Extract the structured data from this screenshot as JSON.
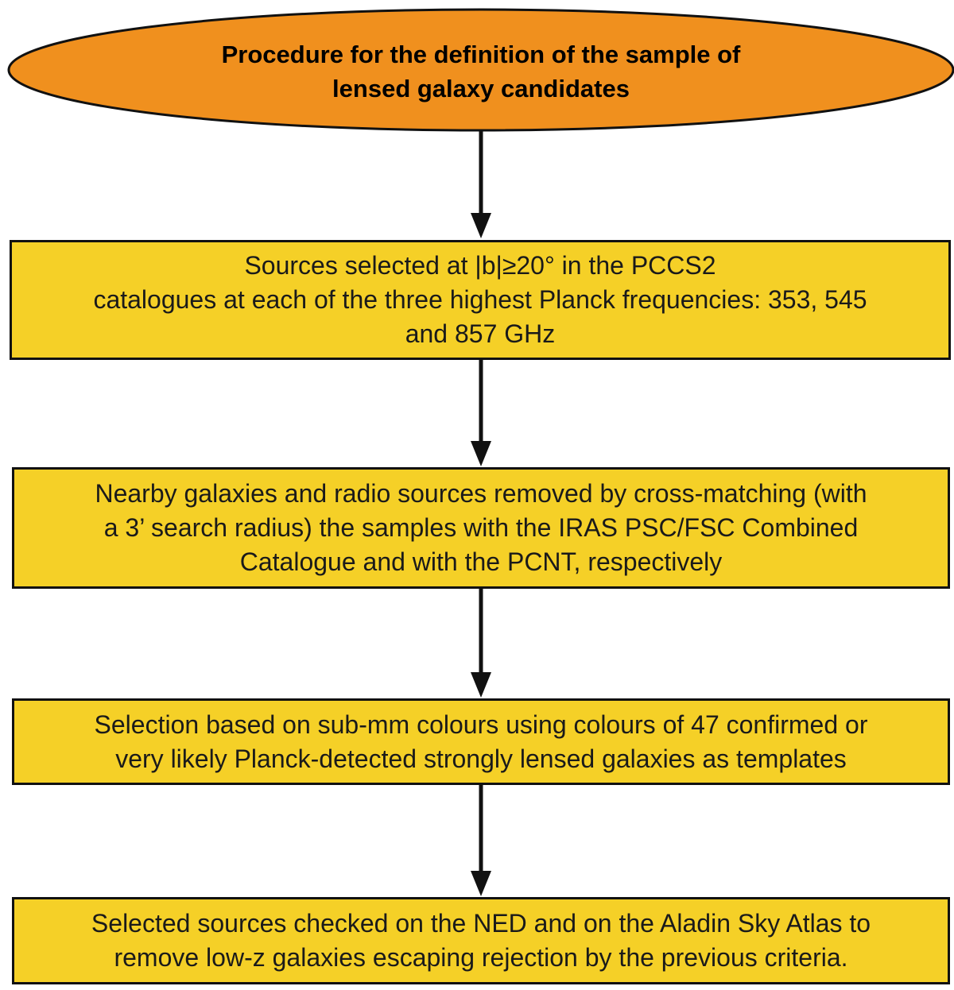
{
  "title": {
    "line1": "Procedure for the definition of the sample of",
    "line2": "lensed galaxy candidates"
  },
  "steps": [
    {
      "lines": [
        "Sources selected at |b|≥20° in the PCCS2",
        "catalogues at each of the three highest Planck frequencies: 353, 545",
        "and 857 GHz"
      ]
    },
    {
      "lines": [
        "Nearby galaxies and radio sources removed by cross-matching (with",
        "a 3’ search radius) the samples with the IRAS PSC/FSC Combined",
        "Catalogue and with the PCNT, respectively"
      ]
    },
    {
      "lines": [
        "Selection based on sub-mm colours using colours of 47 confirmed or",
        "very likely Planck-detected strongly lensed galaxies as templates"
      ]
    },
    {
      "lines": [
        "Selected sources checked on the NED and on the Aladin Sky Atlas to",
        "remove low-z galaxies escaping rejection by the previous criteria."
      ]
    }
  ],
  "colors": {
    "title_fill": "#f0901e",
    "box_fill": "#f5d027",
    "stroke": "#111111"
  }
}
